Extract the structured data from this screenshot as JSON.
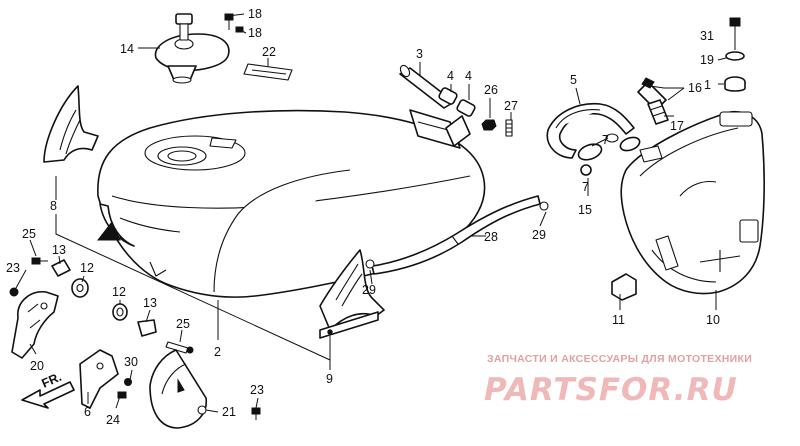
{
  "diagram": {
    "callouts": {
      "c14": "14",
      "c18a": "18",
      "c18b": "18",
      "c22": "22",
      "c3": "3",
      "c4a": "4",
      "c4b": "4",
      "c26": "26",
      "c27": "27",
      "c5": "5",
      "c16": "16",
      "c17": "17",
      "c7a": "7",
      "c7b": "7",
      "c15": "15",
      "c31": "31",
      "c19": "19",
      "c1": "1",
      "c8": "8",
      "c25a": "25",
      "c13a": "13",
      "c12a": "12",
      "c23a": "23",
      "c12b": "12",
      "c13b": "13",
      "c25b": "25",
      "c2": "2",
      "c28": "28",
      "c29a": "29",
      "c29b": "29",
      "c9": "9",
      "c11": "11",
      "c10": "10",
      "c20": "20",
      "c30": "30",
      "c6": "6",
      "c24": "24",
      "c23b": "23",
      "c21": "21"
    },
    "arrow_label": "FR."
  },
  "watermark": {
    "tagline": "ЗАПЧАСТИ И АКСЕССУАРЫ ДЛЯ МОТОТЕХНИКИ",
    "brand": "PARTSFOR.RU"
  },
  "colors": {
    "ink": "#111111",
    "watermark": "#f0b8b8"
  }
}
